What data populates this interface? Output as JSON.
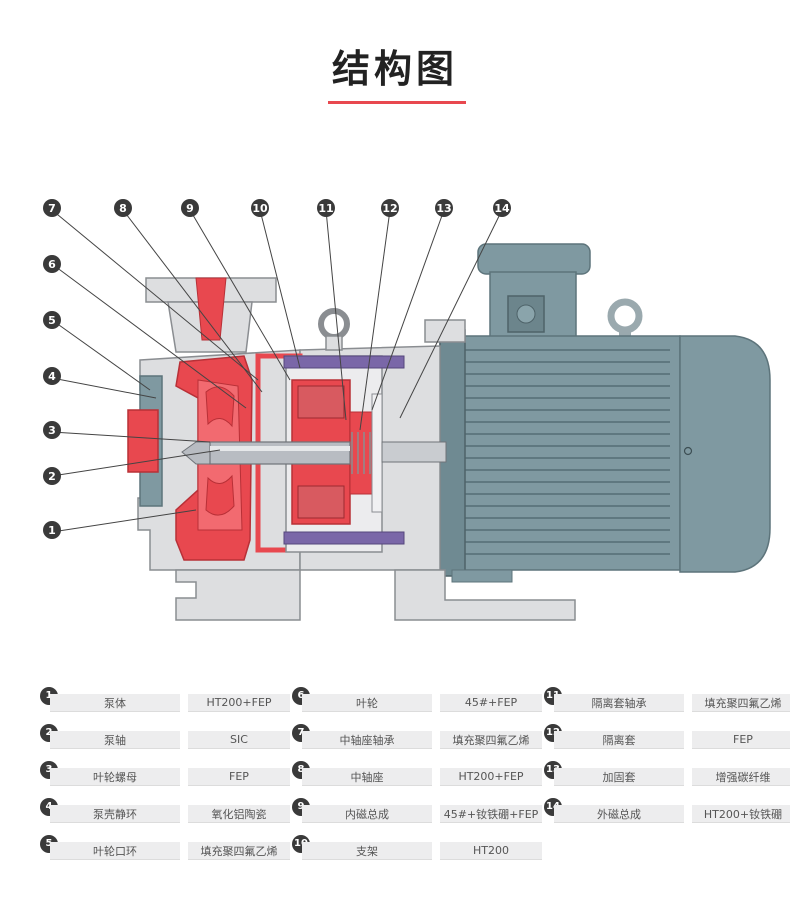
{
  "title": "结构图",
  "diagram": {
    "callouts": [
      "1",
      "2",
      "3",
      "4",
      "5",
      "6",
      "7",
      "8",
      "9",
      "10",
      "11",
      "12",
      "13",
      "14"
    ]
  },
  "legend": [
    {
      "num": "1",
      "name": "泵体",
      "material": "HT200+FEP"
    },
    {
      "num": "2",
      "name": "泵轴",
      "material": "SIC"
    },
    {
      "num": "3",
      "name": "叶轮螺母",
      "material": "FEP"
    },
    {
      "num": "4",
      "name": "泵壳静环",
      "material": "氧化铝陶瓷"
    },
    {
      "num": "5",
      "name": "叶轮口环",
      "material": "填充聚四氟乙烯"
    },
    {
      "num": "6",
      "name": "叶轮",
      "material": "45#+FEP"
    },
    {
      "num": "7",
      "name": "中轴座轴承",
      "material": "填充聚四氟乙烯"
    },
    {
      "num": "8",
      "name": "中轴座",
      "material": "HT200+FEP"
    },
    {
      "num": "9",
      "name": "内磁总成",
      "material": "45#+钕铁硼+FEP"
    },
    {
      "num": "10",
      "name": "支架",
      "material": "HT200"
    },
    {
      "num": "11",
      "name": "隔离套轴承",
      "material": "填充聚四氟乙烯"
    },
    {
      "num": "12",
      "name": "隔离套",
      "material": "FEP"
    },
    {
      "num": "13",
      "name": "加固套",
      "material": "增强碳纤维"
    },
    {
      "num": "14",
      "name": "外磁总成",
      "material": "HT200+钕铁硼"
    }
  ],
  "colors": {
    "accent": "#e8484f",
    "housing": "#dddee0",
    "motor": "#7f99a1",
    "lining": "#e8484f",
    "magnet": "#7a67a8",
    "shaft": "#b8bcc2",
    "badge": "#3a3a3a"
  }
}
